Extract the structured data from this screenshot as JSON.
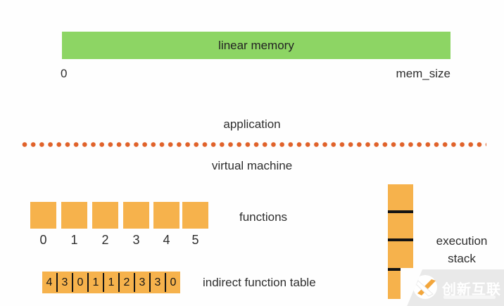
{
  "diagram": {
    "linear_memory": {
      "label": "linear memory",
      "start_label": "0",
      "end_label": "mem_size"
    },
    "layers": {
      "above": "application",
      "below": "virtual machine"
    },
    "functions": {
      "label": "functions",
      "indices": [
        "0",
        "1",
        "2",
        "3",
        "4",
        "5"
      ]
    },
    "indirect_table": {
      "label": "indirect function table",
      "values": [
        "4",
        "3",
        "0",
        "1",
        "1",
        "2",
        "3",
        "3",
        "0"
      ]
    },
    "execution_stack": {
      "label_line1": "execution",
      "label_line2": "stack",
      "segment_count": 4
    },
    "watermark": {
      "brand": "创新互联"
    },
    "colors": {
      "memory_green": "#8dd564",
      "block_orange": "#f6b24c",
      "dot_orange": "#e0622a",
      "divider_black": "#141414",
      "text": "#2e2e2e",
      "watermark_band": "#e9e9e9"
    }
  }
}
